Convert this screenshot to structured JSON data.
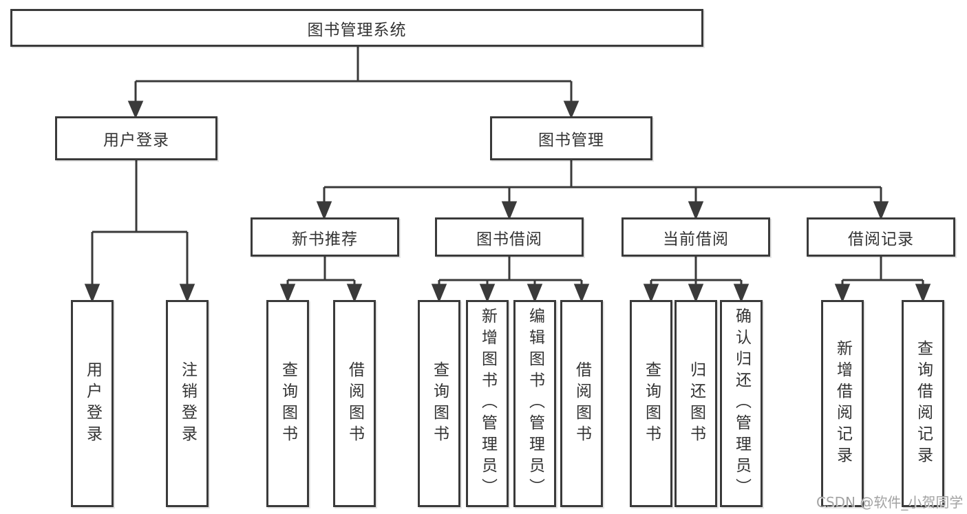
{
  "diagram": {
    "type": "hierarchy-chart",
    "line_color": "#3a3a3a",
    "box_border_color": "#3a3a3a",
    "box_fill": "#ffffff",
    "text_color": "#333333",
    "background": "#ffffff"
  },
  "tree": {
    "root": {
      "label": "图书管理系统"
    },
    "branches": [
      {
        "label": "用户登录",
        "children": [
          {
            "label": "用户登录"
          },
          {
            "label": "注销登录"
          }
        ]
      },
      {
        "label": "图书管理",
        "children": [
          {
            "label": "新书推荐",
            "children": [
              {
                "label": "查询图书"
              },
              {
                "label": "借阅图书"
              }
            ]
          },
          {
            "label": "图书借阅",
            "children": [
              {
                "label": "查询图书"
              },
              {
                "label": "新增图书（管理员）"
              },
              {
                "label": "编辑图书（管理员）"
              },
              {
                "label": "借阅图书"
              }
            ]
          },
          {
            "label": "当前借阅",
            "children": [
              {
                "label": "查询图书"
              },
              {
                "label": "归还图书"
              },
              {
                "label": "确认归还（管理员）"
              }
            ]
          },
          {
            "label": "借阅记录",
            "children": [
              {
                "label": "新增借阅记录"
              },
              {
                "label": "查询借阅记录"
              }
            ]
          }
        ]
      }
    ]
  },
  "watermark": {
    "text": "CSDN @软件_小贺同学",
    "color": "#9e9e9e"
  }
}
